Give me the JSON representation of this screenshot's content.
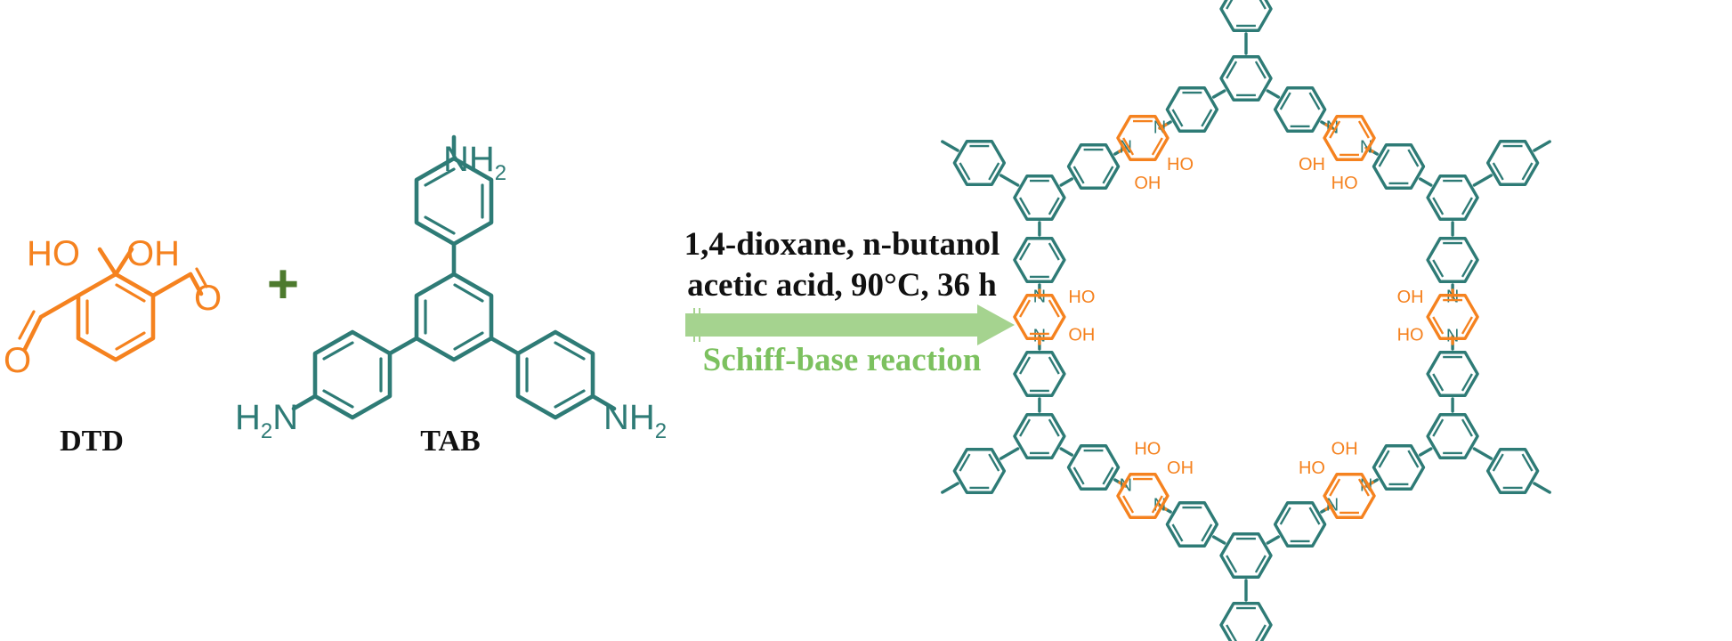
{
  "colors": {
    "dtd": "#f5821f",
    "tab": "#2e7b76",
    "arrow": "#a5d38f",
    "reaction_label": "#7cc15f",
    "plus": "#4d7a2e",
    "text": "#111111"
  },
  "dtd": {
    "name": "DTD",
    "ho": "HO",
    "oh": "OH",
    "o_left": "O",
    "o_right": "O"
  },
  "plus_sign": "+",
  "tab": {
    "name": "TAB",
    "nh2_top": "NH",
    "h2n_left": "H",
    "h2n_left_n": "N",
    "nh2_right": "NH",
    "subscript": "2"
  },
  "reaction": {
    "conditions_line1": "1,4-dioxane, n-butanol",
    "conditions_line2": "acetic acid, 90°C, 36 h",
    "label": "Schiff-base reaction"
  },
  "product": {
    "n_label": "N",
    "ho_label": "HO",
    "oh_label": "OH"
  }
}
